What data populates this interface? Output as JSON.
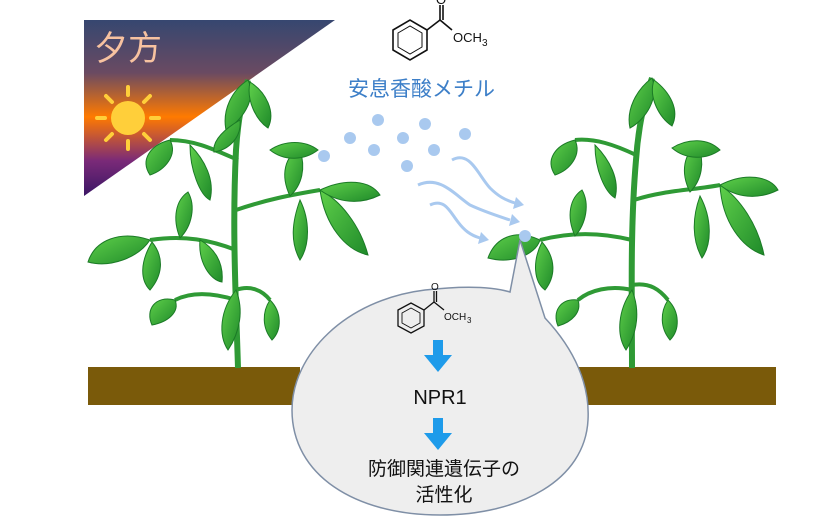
{
  "sunset": {
    "label": "夕方",
    "gradient_colors": [
      "#3c4a73",
      "#ff7a00",
      "#4b1a70"
    ],
    "sun_color": "#ffcf3a"
  },
  "emission": {
    "compound_label": "安息香酸メチル",
    "ester_group": "OCH",
    "ester_subscript": "3",
    "particle_color": "#a9c9ef",
    "arrow_color": "#a9c9ef"
  },
  "bubble": {
    "ester_group": "OCH",
    "ester_subscript": "3",
    "receptor": "NPR1",
    "result_line1": "防御関連遺伝子の",
    "result_line2": "活性化",
    "arrow_color": "#1e9bea",
    "bubble_fill": "#eeeeee"
  },
  "colors": {
    "soil": "#7a5a0a",
    "leaf": "#3fb93a",
    "leaf_dark": "#1b7a26",
    "stem": "#2f9a35"
  }
}
